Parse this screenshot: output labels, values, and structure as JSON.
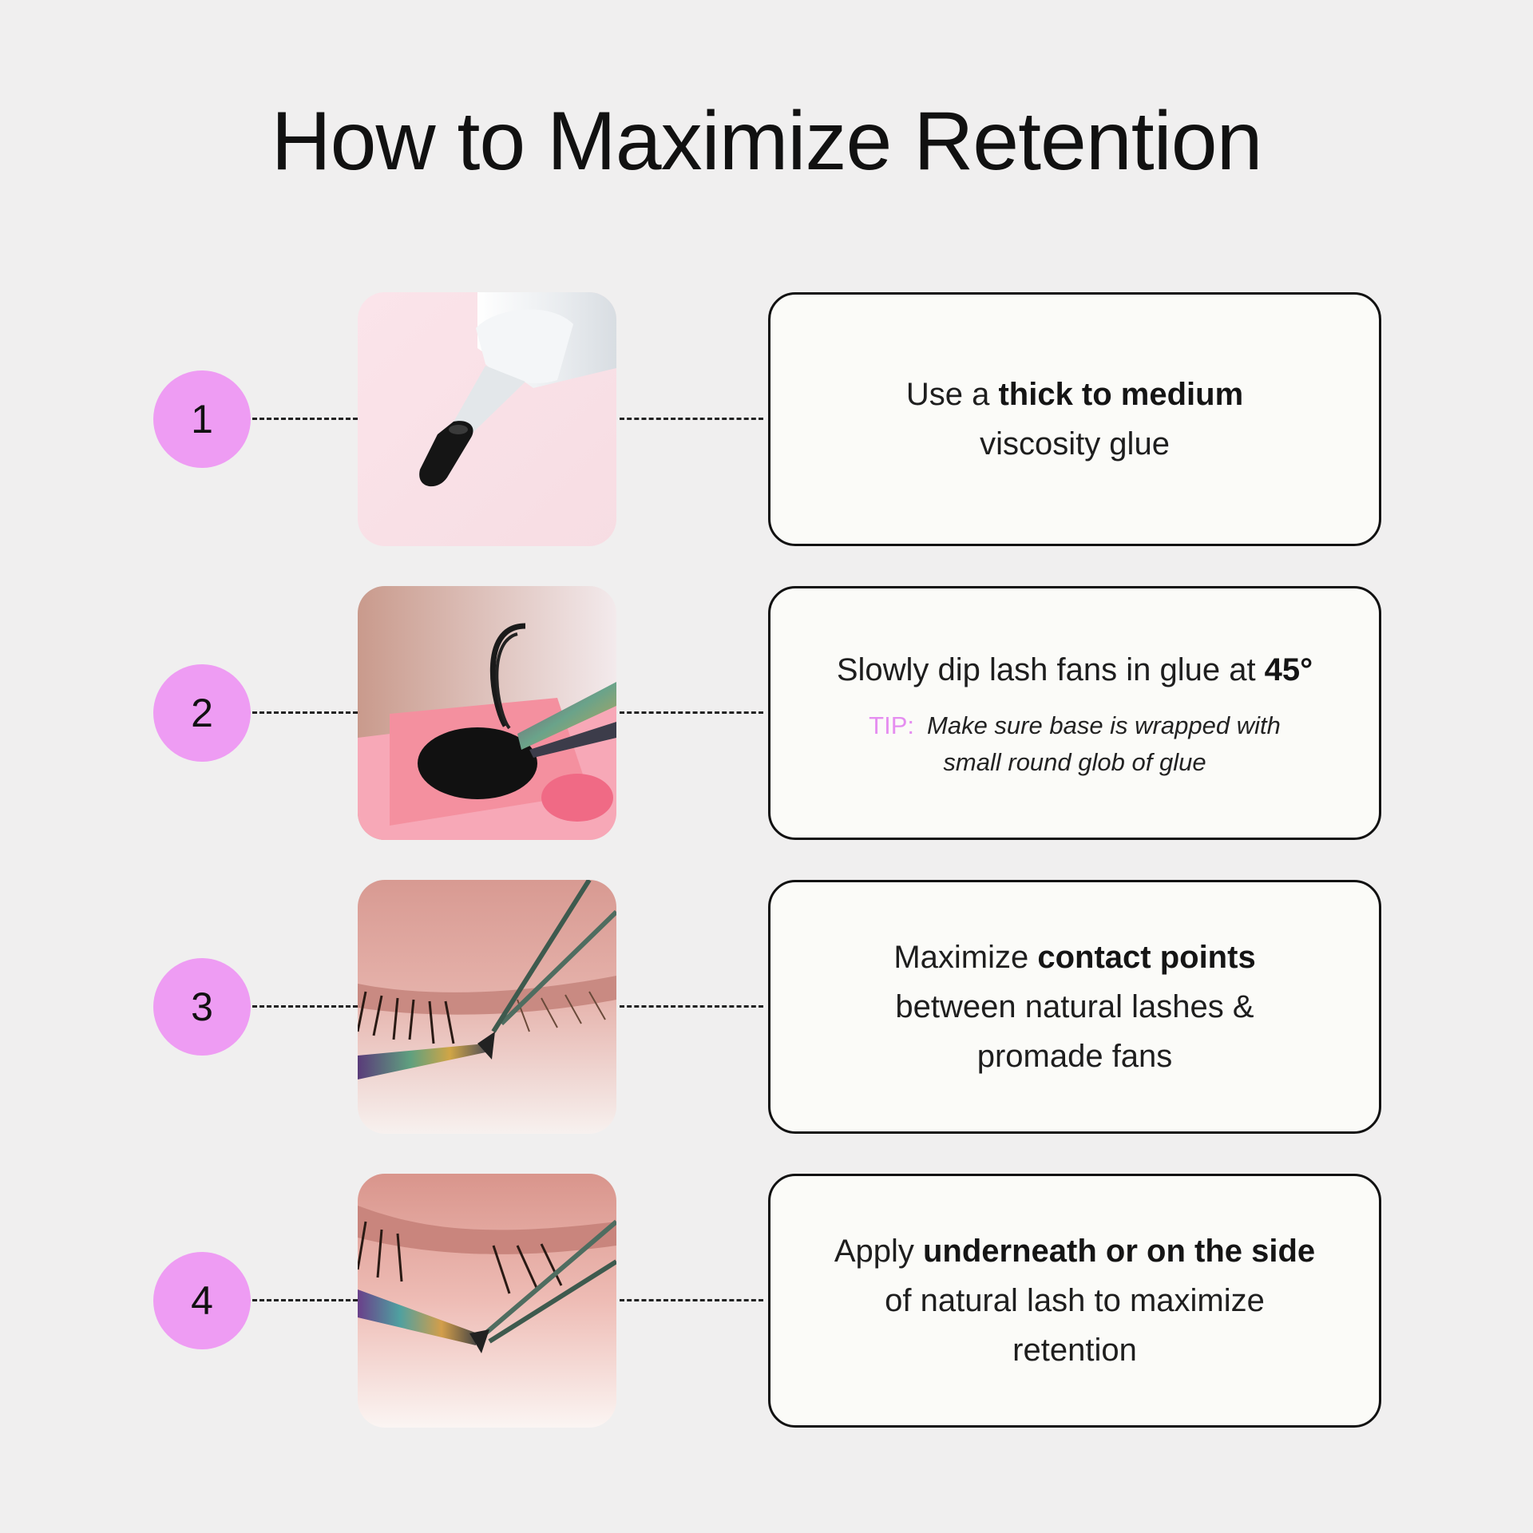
{
  "title": "How to Maximize Retention",
  "steps": [
    {
      "number": "1",
      "image": "glue-bottle-tip-photo",
      "text": [
        "Use a ",
        "thick to medium",
        " viscosity glue"
      ]
    },
    {
      "number": "2",
      "image": "lash-fan-dipping-in-glue-photo",
      "text": [
        "Slowly dip lash fans in glue at ",
        "45°"
      ],
      "tip_label": "TIP:",
      "tip_text": "Make sure base is wrapped with small round glob of glue"
    },
    {
      "number": "3",
      "image": "lash-application-tweezers-photo",
      "text": [
        "Maximize ",
        "contact points",
        " between natural lashes & promade fans"
      ]
    },
    {
      "number": "4",
      "image": "lash-placement-tweezers-photo",
      "text": [
        "Apply ",
        "underneath or on the side",
        " of natural lash to maximize retention"
      ]
    }
  ],
  "colors": {
    "background": "#f0efef",
    "accent_pink": "#ee9cf3",
    "tip_pink": "#e58ef0",
    "card_bg": "#fbfbf8",
    "border": "#111111"
  }
}
